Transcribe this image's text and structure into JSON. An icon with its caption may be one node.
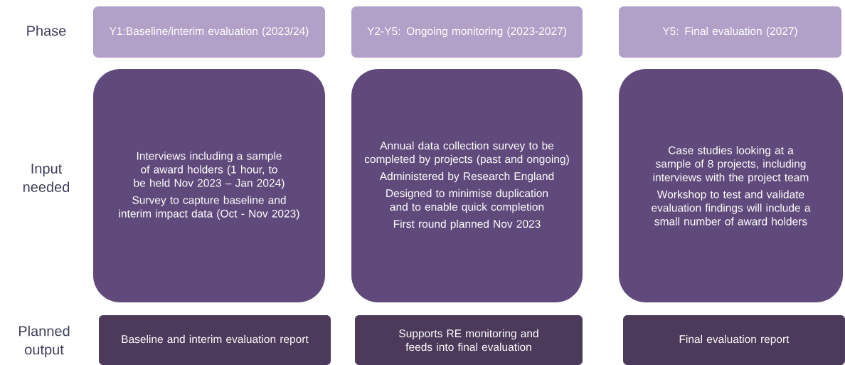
{
  "diagram": {
    "nodes": [
      {
        "text": [
          "Y1:Baseline/interim evaluation (2023/24)"
        ]
      },
      {
        "text": [
          "Y2-Y5: Ongoing monitoring (2023-2027)"
        ]
      },
      {
        "text": [
          "Y5: Final evaluation (2027)"
        ]
      },
      {
        "text": [
          "Interviews including a sample of award holders (1 hour, to be held Nov 2023 – Jan 2024)",
          "Survey to capture baseline and interim impact data (Oct - Nov 2023)"
        ]
      },
      {
        "text": [
          "Annual data collection survey to be completed by projects (past and ongoing)",
          "Administered by Research England",
          "Designed to minimise duplication and to enable quick completion",
          "First round planned Nov 2023"
        ]
      },
      {
        "text": [
          "Case studies looking at a sample of 8 projects, including interviews with the project team",
          "Workshop to test and validate evaluation findings will include a small number of award holders"
        ]
      },
      {
        "text": [
          "Baseline and interim evaluation report"
        ]
      },
      {
        "text": [
          "Supports RE monitoring and feeds into final evaluation"
        ]
      },
      {
        "text": [
          "Final evaluation report"
        ]
      }
    ],
    "labels": [
      "Phase",
      "Input needed",
      "Planned output"
    ]
  }
}
